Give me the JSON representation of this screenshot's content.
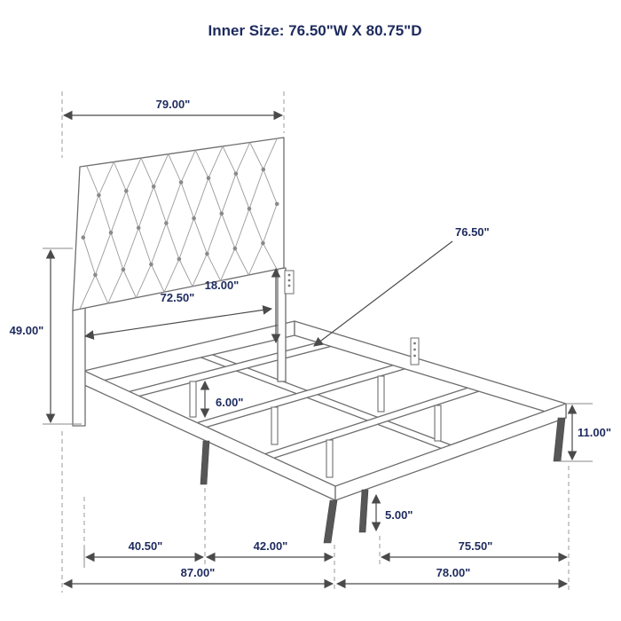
{
  "title": "Inner Size: 76.50\"W X 80.75\"D",
  "dims": {
    "headboard_width": "79.00\"",
    "headboard_height": "49.00\"",
    "inner_post_width": "72.50\"",
    "headboard_panel_drop": "18.00\"",
    "slat_inner_width": "76.50\"",
    "center_leg_height": "6.00\"",
    "side_rail_height": "11.00\"",
    "front_leg_height": "5.00\"",
    "span_left": "40.50\"",
    "span_mid": "42.00\"",
    "span_right": "75.50\"",
    "overall_depth": "87.00\"",
    "overall_width": "78.00\""
  },
  "colors": {
    "label_navy": "#1d2a5e",
    "line_gray": "#6e6e6e",
    "background": "#ffffff"
  }
}
